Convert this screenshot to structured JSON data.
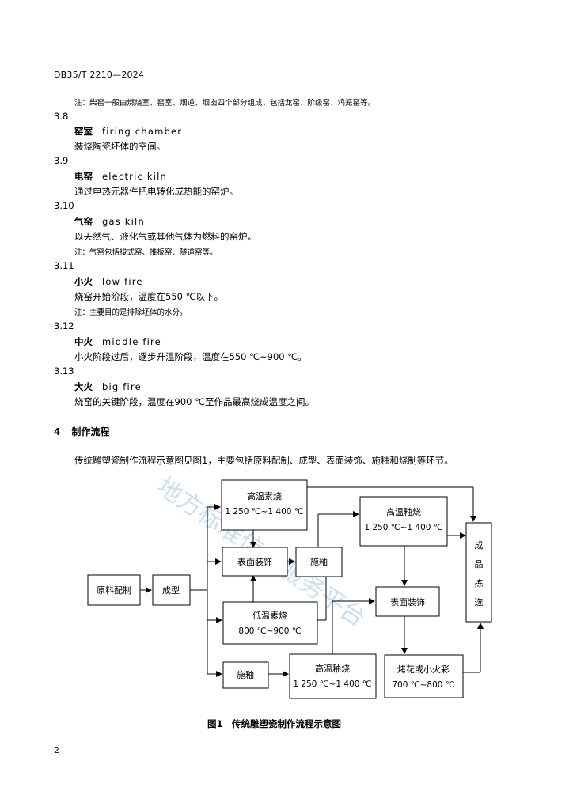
{
  "header": {
    "doc_code": "DB35/T 2210—2024"
  },
  "items": [
    {
      "note": "注：柴窑一般由燃烧室、窑室、烟道、烟囱四个部分组成，包括龙窑、阶级窑、鸡笼窑等。"
    },
    {
      "number": "3.8",
      "term_cn": "窑室",
      "term_en": "firing chamber",
      "definition": "装烧陶瓷坯体的空间。"
    },
    {
      "number": "3.9",
      "term_cn": "电窑",
      "term_en": "electric kiln",
      "definition": "通过电热元器件把电转化成热能的窑炉。"
    },
    {
      "number": "3.10",
      "term_cn": "气窑",
      "term_en": "gas kiln",
      "definition": "以天然气、液化气或其他气体为燃料的窑炉。",
      "note": "注：气窑包括梭式窑、推板窑、隧道窑等。"
    },
    {
      "number": "3.11",
      "term_cn": "小火",
      "term_en": "low fire",
      "definition": "烧窑开始阶段，温度在550 ℃以下。",
      "note": "注：主要目的是排除坯体的水分。"
    },
    {
      "number": "3.12",
      "term_cn": "中火",
      "term_en": "middle fire",
      "definition": "小火阶段过后，逐步升温阶段，温度在550 ℃~900 ℃。"
    },
    {
      "number": "3.13",
      "term_cn": "大火",
      "term_en": "big fire",
      "definition": "烧窑的关键阶段，温度在900 ℃至作品最高烧成温度之间。"
    }
  ],
  "section4": {
    "number": "4",
    "title": "制作流程",
    "paragraph": "传统雕塑瓷制作流程示意图见图1，主要包括原料配制、成型、表面装饰、施釉和烧制等环节。"
  },
  "figure": {
    "boxes": {
      "raw": "原料配制",
      "forming": "成型",
      "hightemp_bisque": {
        "title": "高温素烧",
        "temp": "1 250 ℃~1 400 ℃"
      },
      "surface_deco_1": "表面装饰",
      "glazing_1": "施釉",
      "lowtemp_bisque": {
        "title": "低温素烧",
        "temp": "800 ℃~900 ℃"
      },
      "glazing_2": "施釉",
      "hightemp_glaze_bottom": {
        "title": "高温釉烧",
        "temp": "1 250 ℃~1 400 ℃"
      },
      "hightemp_glaze_top": {
        "title": "高温釉烧",
        "temp": "1 250 ℃~1 400 ℃"
      },
      "surface_deco_2": "表面装饰",
      "flower_firing": {
        "title": "烤花或小火彩",
        "temp": "700 ℃~800 ℃"
      },
      "final": [
        "成",
        "品",
        "拣",
        "选"
      ]
    },
    "caption": "图1　传统雕塑瓷制作流程示意图",
    "watermark": "地方标准信息服务平台"
  },
  "footer": {
    "page_number": "2"
  }
}
